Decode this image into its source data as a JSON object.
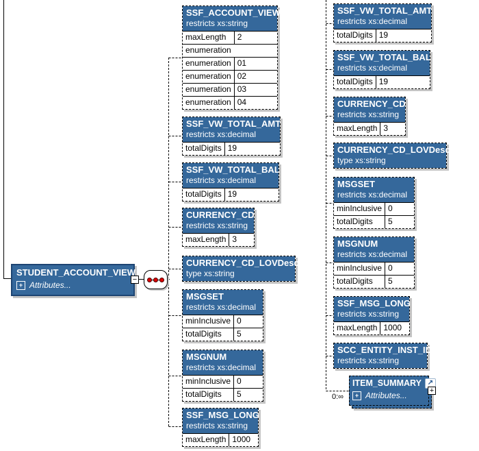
{
  "root": {
    "title": "STUDENT_ACCOUNT_VIEW",
    "attributes_label": "Attributes..."
  },
  "compositor": {
    "type": "sequence"
  },
  "icons": {
    "collapse": "−",
    "expand": "+",
    "link_arrow": "↗"
  },
  "occurrence_label": "0:∞",
  "colors": {
    "node_blue": "#35689B",
    "root_border": "#1D4472",
    "shadow": "#c4c4c4",
    "dot_red": "#dd0000"
  },
  "mid": [
    {
      "title": "SSF_ACCOUNT_VIEW",
      "sub": "restricts xs:string",
      "facets": [
        {
          "name": "maxLength",
          "value": "2"
        },
        {
          "name": "enumeration",
          "value": ""
        },
        {
          "name": "enumeration",
          "value": "01"
        },
        {
          "name": "enumeration",
          "value": "02"
        },
        {
          "name": "enumeration",
          "value": "03"
        },
        {
          "name": "enumeration",
          "value": "04"
        }
      ]
    },
    {
      "title": "SSF_VW_TOTAL_AMT",
      "sub": "restricts xs:decimal",
      "facets": [
        {
          "name": "totalDigits",
          "value": "19"
        }
      ]
    },
    {
      "title": "SSF_VW_TOTAL_BAL",
      "sub": "restricts xs:decimal",
      "facets": [
        {
          "name": "totalDigits",
          "value": "19"
        }
      ]
    },
    {
      "title": "CURRENCY_CD",
      "sub": "restricts xs:string",
      "facets": [
        {
          "name": "maxLength",
          "value": "3"
        }
      ]
    },
    {
      "title": "CURRENCY_CD_LOVDescr",
      "sub": "type xs:string",
      "facets": []
    },
    {
      "title": "MSGSET",
      "sub": "restricts xs:decimal",
      "facets": [
        {
          "name": "minInclusive",
          "value": "0"
        },
        {
          "name": "totalDigits",
          "value": "5"
        }
      ]
    },
    {
      "title": "MSGNUM",
      "sub": "restricts xs:decimal",
      "facets": [
        {
          "name": "minInclusive",
          "value": "0"
        },
        {
          "name": "totalDigits",
          "value": "5"
        }
      ]
    },
    {
      "title": "SSF_MSG_LONG",
      "sub": "restricts xs:string",
      "facets": [
        {
          "name": "maxLength",
          "value": "1000"
        }
      ]
    }
  ],
  "right": [
    {
      "title": "SSF_VW_TOTAL_AMT",
      "sub": "restricts xs:decimal",
      "facets": [
        {
          "name": "totalDigits",
          "value": "19"
        }
      ]
    },
    {
      "title": "SSF_VW_TOTAL_BAL",
      "sub": "restricts xs:decimal",
      "facets": [
        {
          "name": "totalDigits",
          "value": "19"
        }
      ]
    },
    {
      "title": "CURRENCY_CD",
      "sub": "restricts xs:string",
      "facets": [
        {
          "name": "maxLength",
          "value": "3"
        }
      ]
    },
    {
      "title": "CURRENCY_CD_LOVDescr",
      "sub": "type xs:string",
      "facets": []
    },
    {
      "title": "MSGSET",
      "sub": "restricts xs:decimal",
      "facets": [
        {
          "name": "minInclusive",
          "value": "0"
        },
        {
          "name": "totalDigits",
          "value": "5"
        }
      ]
    },
    {
      "title": "MSGNUM",
      "sub": "restricts xs:decimal",
      "facets": [
        {
          "name": "minInclusive",
          "value": "0"
        },
        {
          "name": "totalDigits",
          "value": "5"
        }
      ]
    },
    {
      "title": "SSF_MSG_LONG",
      "sub": "restricts xs:string",
      "facets": [
        {
          "name": "maxLength",
          "value": "1000"
        }
      ]
    },
    {
      "title": "SCC_ENTITY_INST_ID",
      "sub": "restricts xs:string",
      "facets": []
    }
  ],
  "item_summary": {
    "title": "ITEM_SUMMARY",
    "attributes_label": "Attributes...",
    "occurrence": "0:∞"
  }
}
